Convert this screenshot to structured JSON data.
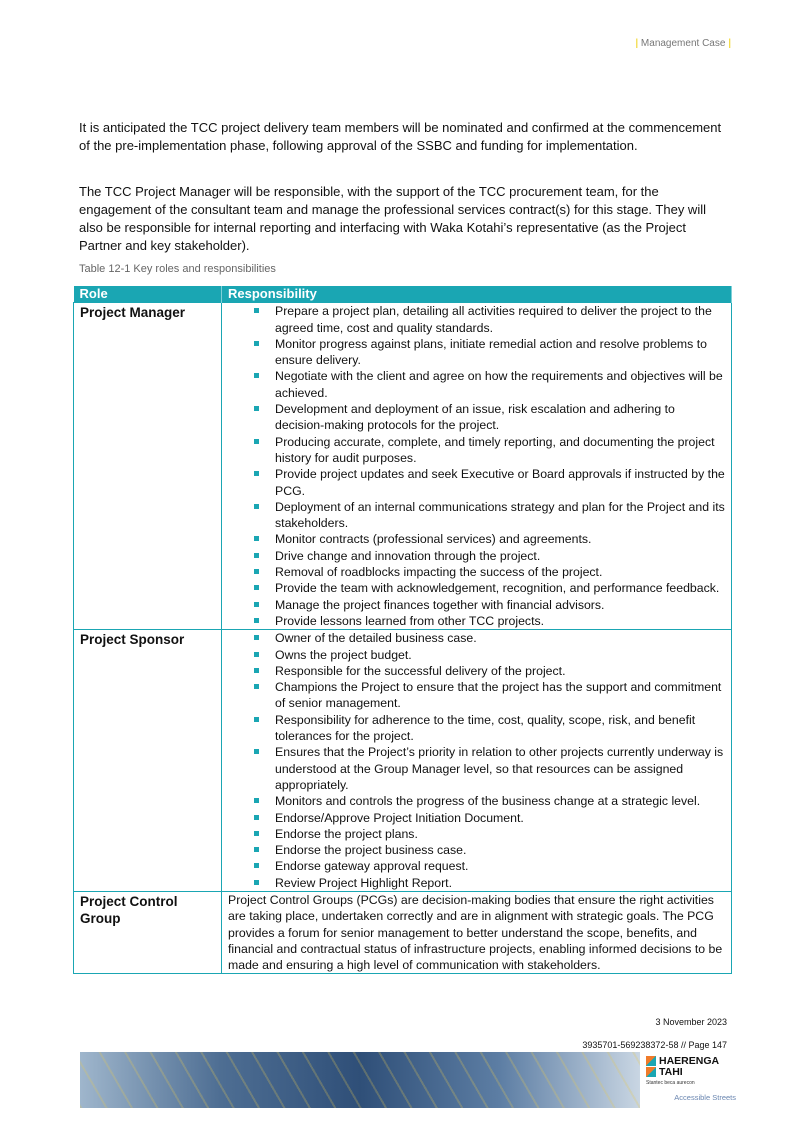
{
  "header": {
    "section": "Management Case"
  },
  "paragraphs": [
    "It is anticipated the TCC project delivery team members will be nominated and confirmed at the commencement of the pre-implementation phase, following approval of the SSBC and funding for implementation.",
    "The TCC Project Manager will be responsible, with the support of the TCC procurement team, for the engagement of the consultant team and manage the professional services contract(s) for this stage. They will also be responsible for internal reporting and interfacing with Waka Kotahi’s representative (as the Project Partner and key stakeholder)."
  ],
  "table": {
    "caption": "Table 12-1 Key roles and responsibilities",
    "headers": [
      "Role",
      "Responsibility"
    ],
    "rows": [
      {
        "role": "Project Manager",
        "items": [
          "Prepare a project plan, detailing all activities required to deliver the project to the agreed time, cost and quality standards.",
          "Monitor progress against plans, initiate remedial action and resolve problems to ensure delivery.",
          "Negotiate with the client and agree on how the requirements and objectives will be achieved.",
          "Development and deployment of an issue, risk escalation and adhering to decision-making protocols for the project.",
          "Producing accurate, complete, and timely reporting, and documenting the project history for audit purposes.",
          "Provide project updates and seek Executive or Board approvals if instructed by the PCG.",
          "Deployment of an internal communications strategy and plan for the Project and its stakeholders.",
          "Monitor contracts (professional services) and agreements.",
          "Drive change and innovation through the project.",
          "Removal of roadblocks impacting the success of the project.",
          "Provide the team with acknowledgement, recognition, and performance feedback.",
          "Manage the project finances together with financial advisors.",
          "Provide lessons learned from other TCC projects."
        ]
      },
      {
        "role": "Project Sponsor",
        "items": [
          "Owner of the detailed business case.",
          "Owns the project budget.",
          "Responsible for the successful delivery of the project.",
          "Champions the Project to ensure that the project has the support and commitment of senior management.",
          "Responsibility for adherence to the time, cost, quality, scope, risk, and benefit tolerances for the project.",
          "Ensures that the Project’s priority in relation to other projects currently underway is understood at the Group Manager level, so that resources can be assigned appropriately.",
          "Monitors and controls the progress of the business change at a strategic level.",
          "Endorse/Approve Project Initiation Document.",
          "Endorse the project plans.",
          "Endorse the project business case.",
          "Endorse gateway approval request.",
          "Review Project Highlight Report."
        ]
      },
      {
        "role": "Project Control Group",
        "text": "Project Control Groups (PCGs) are decision-making bodies that ensure the right activities are taking place, undertaken correctly and are in alignment with strategic goals. The PCG provides a forum for senior management to better understand the scope, benefits, and financial and contractual status of infrastructure projects, enabling informed decisions to be made and ensuring a high level of communication with stakeholders."
      }
    ]
  },
  "footer": {
    "date": "3 November 2023",
    "doc_ref": "3935701-569238372-58 // Page 147",
    "logo_line1": "HAERENGA",
    "logo_line2": "TAHI",
    "logo_partners": "Stantec  beca  aurecon",
    "logo_tagline": "Accessible Streets"
  },
  "colors": {
    "accent": "#1aa6b3",
    "header_bar": "#f3dc4a"
  }
}
